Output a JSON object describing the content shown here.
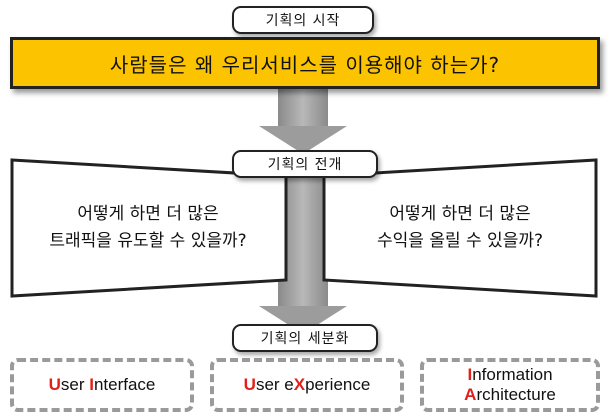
{
  "diagram": {
    "start_label": "기획의 시작",
    "start_question": "사람들은 왜 우리서비스를 이용해야 하는가?",
    "develop_label": "기획의 전개",
    "left_panel": {
      "line1": "어떻게 하면 더 많은",
      "line2": "트래픽을 유도할 수 있을까?"
    },
    "right_panel": {
      "line1": "어떻게 하면 더 많은",
      "line2": "수익을 올릴 수 있을까?"
    },
    "detail_label": "기획의 세분화",
    "items": {
      "ui": {
        "first": "U",
        "mid1": "ser ",
        "second": "I",
        "rest": "nterface"
      },
      "ux": {
        "first": "U",
        "mid1": "ser e",
        "second": "X",
        "rest": "perience"
      },
      "ia": {
        "first": "I",
        "line1_rest": "nformation",
        "second": "A",
        "line2_rest": "rchitecture"
      }
    },
    "colors": {
      "start_fill": "#fcc400",
      "highlight": "#e0201a",
      "arrow": "#9c9c9c",
      "dashed_border": "#9a9a9a"
    }
  }
}
